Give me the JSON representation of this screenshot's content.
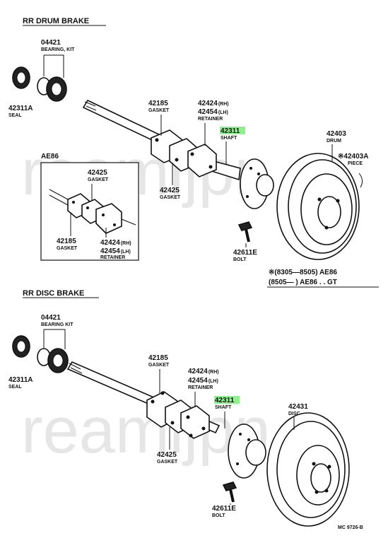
{
  "watermark": "reamljpn",
  "drum": {
    "title": "RR DRUM BRAKE",
    "bearing_kit": {
      "num": "04421",
      "name": "BEARING, KIT"
    },
    "seal": {
      "num": "42311A",
      "name": "SEAL"
    },
    "gasket_a": {
      "num": "42185",
      "name": "GASKET"
    },
    "gasket_b": {
      "num": "42425",
      "name": "GASKET"
    },
    "retainer": {
      "num_rh": "42424",
      "rh": "(RH)",
      "num_lh": "42454",
      "lh": "(LH)",
      "name": "RETAINER"
    },
    "shaft": {
      "num": "42311",
      "name": "SHAFT"
    },
    "drum": {
      "num": "42403",
      "name": "DRUM"
    },
    "piece": {
      "mark": "※",
      "num": "42403A",
      "name": "PIECE"
    },
    "bolt": {
      "num": "42611E",
      "name": "BOLT"
    },
    "inset": {
      "title": "AE86",
      "gasket_top": {
        "num": "42425",
        "name": "GASKET"
      },
      "gasket_bottom": {
        "num": "42185",
        "name": "GASKET"
      },
      "retainer": {
        "num_rh": "42424",
        "rh": "(RH)",
        "num_lh": "42454",
        "lh": "(LH)",
        "name": "RETAINER"
      }
    },
    "notes": [
      {
        "text": "※(8305―8505) AE86"
      },
      {
        "text": "(8505―        ) AE86 . . GT"
      }
    ]
  },
  "disc": {
    "title": "RR DISC BRAKE",
    "bearing_kit": {
      "num": "04421",
      "name": "BEARING KIT"
    },
    "seal": {
      "num": "42311A",
      "name": "SEAL"
    },
    "gasket_a": {
      "num": "42185",
      "name": "GASKET"
    },
    "gasket_b": {
      "num": "42425",
      "name": "GASKET"
    },
    "retainer": {
      "num_rh": "42424",
      "rh": "(RH)",
      "num_lh": "42454",
      "lh": "(LH)",
      "name": "RETAINER"
    },
    "shaft": {
      "num": "42311",
      "name": "SHAFT"
    },
    "disc": {
      "num": "42431",
      "name": "DISC"
    },
    "bolt": {
      "num": "42611E",
      "name": "BOLT"
    }
  },
  "figure_code": "MC 9726-B",
  "colors": {
    "highlight": "#8ef08e",
    "ink": "#111111",
    "watermark": "#e6e6e6"
  }
}
